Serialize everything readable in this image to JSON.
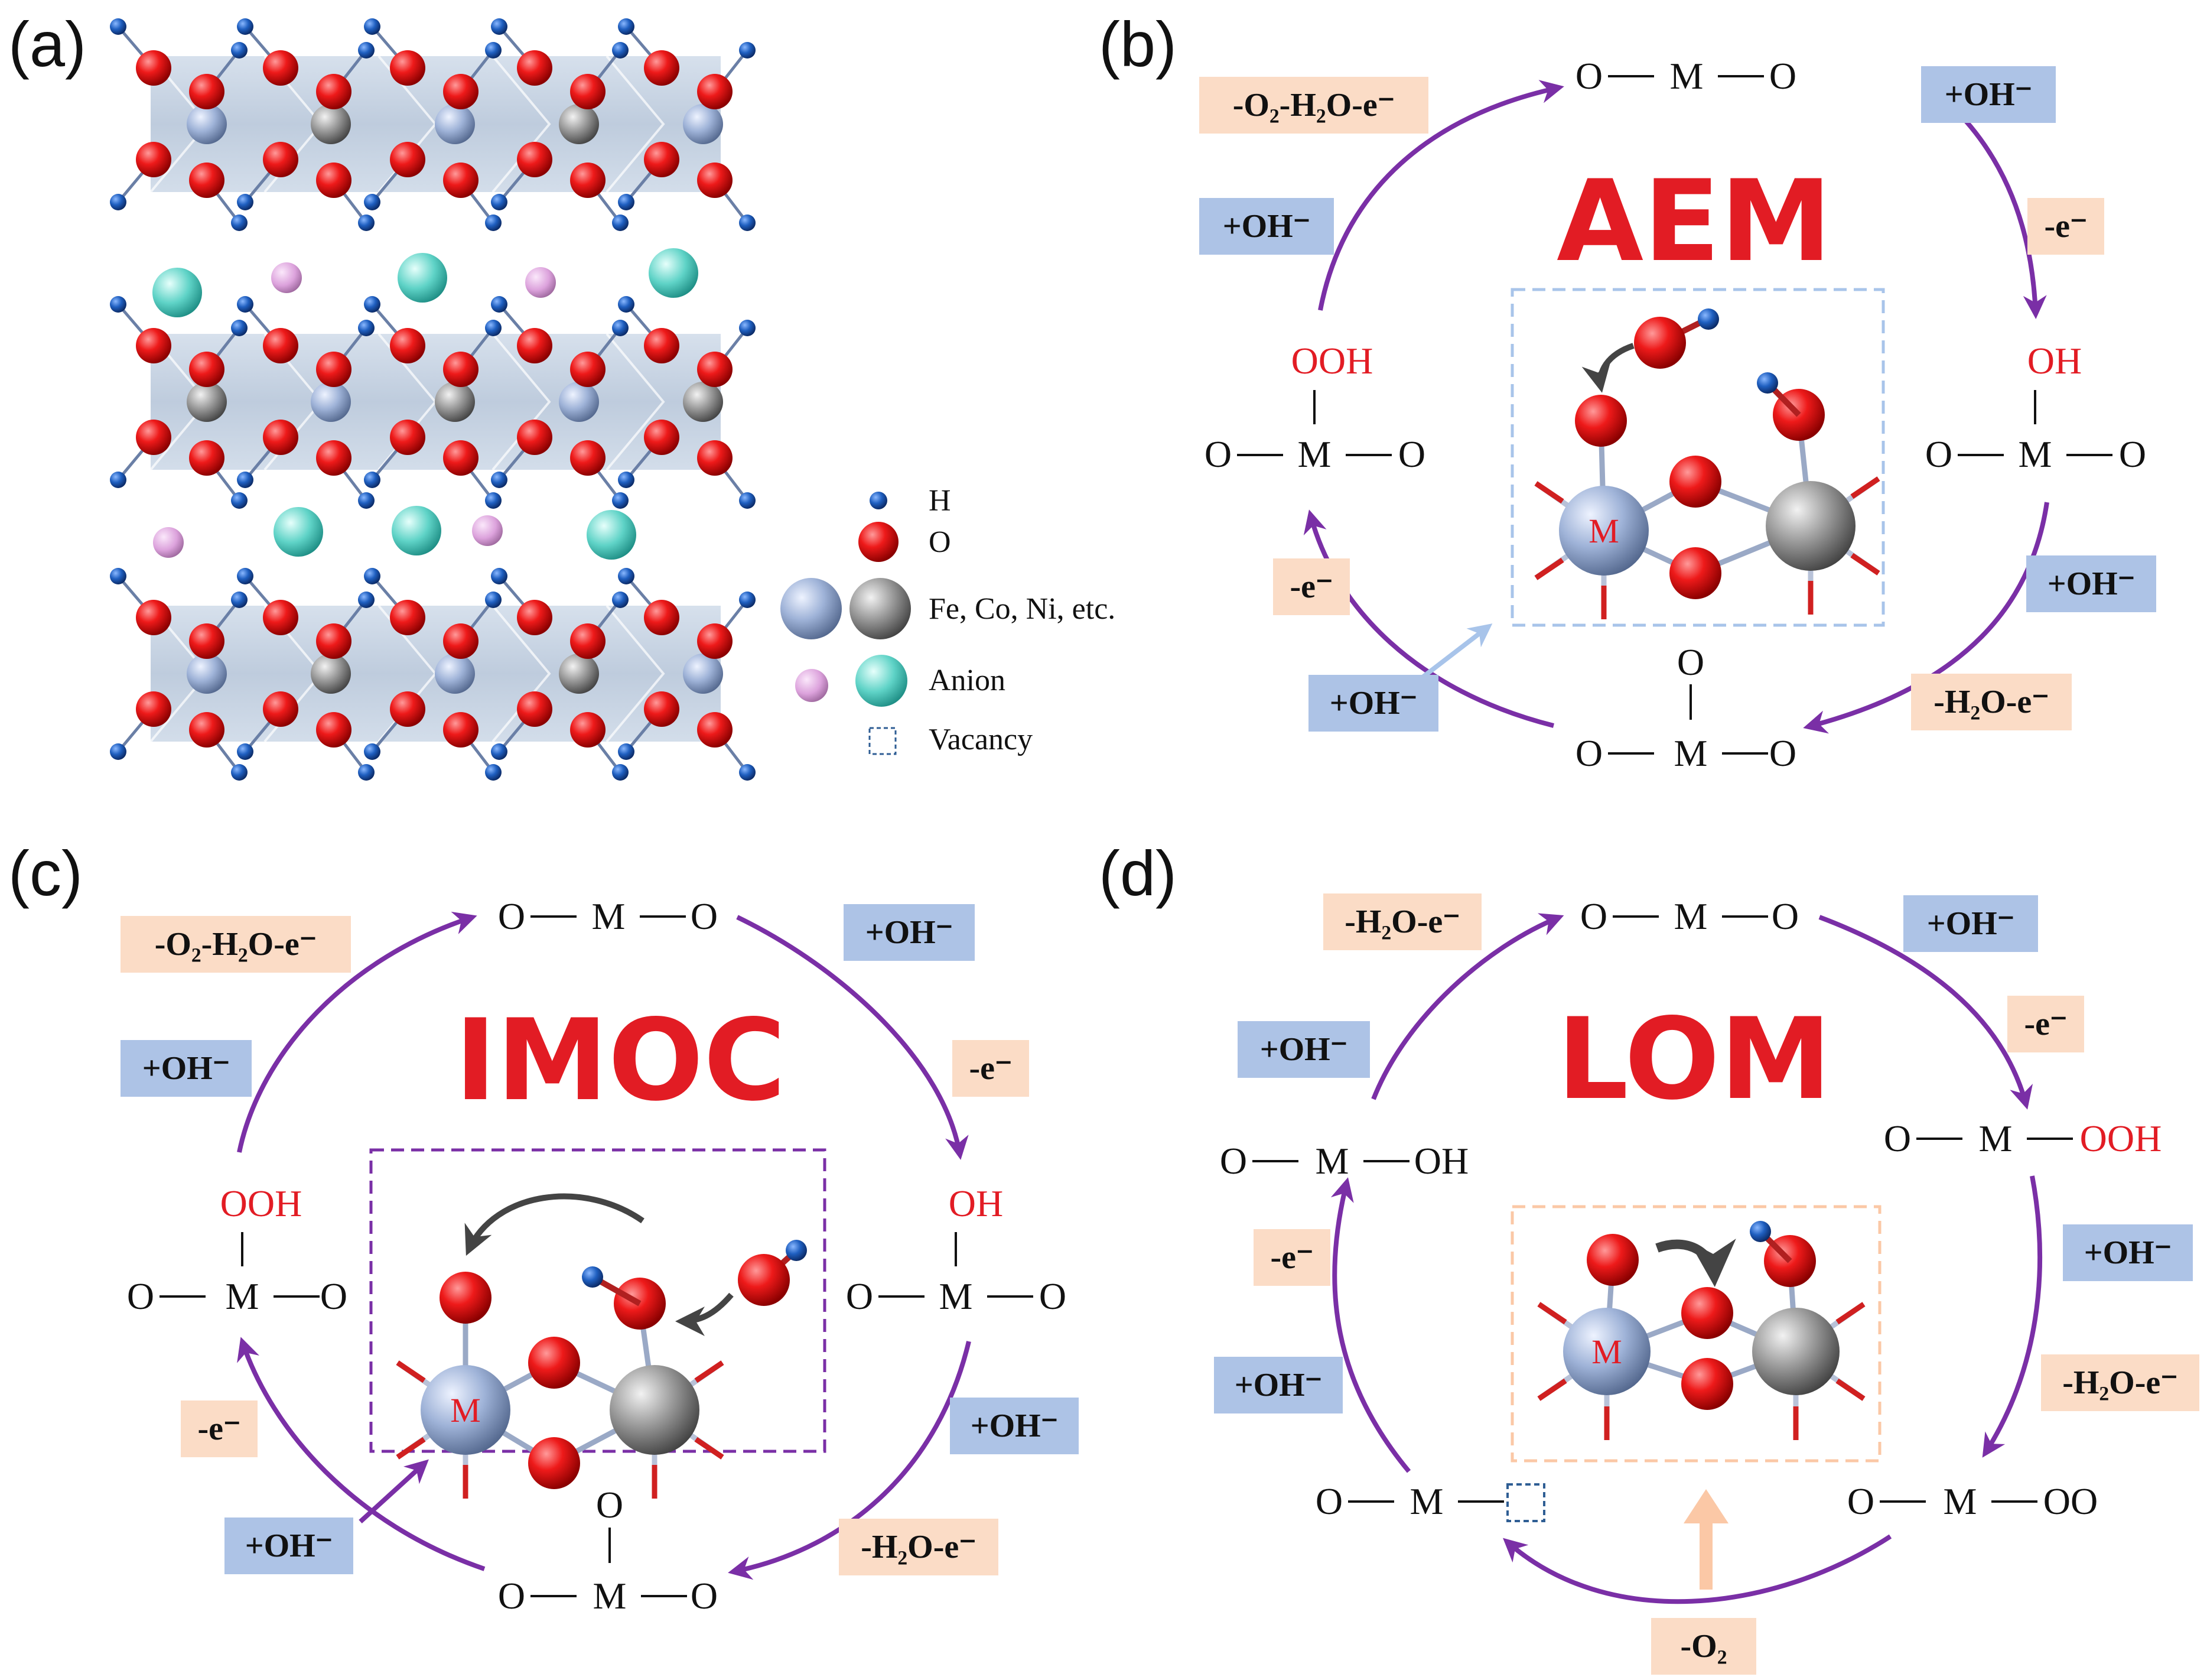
{
  "colors": {
    "arrow": "#7a2fa6",
    "plus_oh_box": "#adc3e6",
    "minus_e_box": "#fbdcc6",
    "red_text": "#e21c24",
    "mechanism_title": "#e21c24",
    "vacancy": "#2f5e94"
  },
  "panels": {
    "a": {
      "label": "(a)",
      "legend": {
        "h": "H",
        "o": "O",
        "metal": "Fe, Co, Ni, etc.",
        "anion": "Anion",
        "vacancy": "Vacancy"
      }
    },
    "b": {
      "label": "(b)",
      "title": "AEM",
      "metal_symbol": "M",
      "states": {
        "top": [
          "O",
          "M",
          "O"
        ],
        "right_top": "OH",
        "right": [
          "O",
          "M",
          "O"
        ],
        "bottom_top": "O",
        "bottom": [
          "O",
          "M",
          "O"
        ],
        "left_top": "OOH",
        "left": [
          "O",
          "M",
          "O"
        ]
      },
      "steps": {
        "s1": "+OH⁻",
        "s2": "-e⁻",
        "s3": "+OH⁻",
        "s4": "-H₂O-e⁻",
        "s5": "+OH⁻",
        "s6": "-e⁻",
        "s7": "+OH⁻",
        "s8": "-O₂-H₂O-e⁻"
      }
    },
    "c": {
      "label": "(c)",
      "title": "IMOC",
      "metal_symbol": "M",
      "states": {
        "top": [
          "O",
          "M",
          "O"
        ],
        "right_top": "OH",
        "right": [
          "O",
          "M",
          "O"
        ],
        "bottom_top": "O",
        "bottom": [
          "O",
          "M",
          "O"
        ],
        "left_top": "OOH",
        "left": [
          "O",
          "M",
          "O"
        ]
      },
      "steps": {
        "s1": "+OH⁻",
        "s2": "-e⁻",
        "s3": "+OH⁻",
        "s4": "-H₂O-e⁻",
        "s5": "+OH⁻",
        "s6": "-e⁻",
        "s7": "+OH⁻",
        "s8": "-O₂-H₂O-e⁻"
      }
    },
    "d": {
      "label": "(d)",
      "title": "LOM",
      "metal_symbol": "M",
      "states": {
        "top": [
          "O",
          "M",
          "O"
        ],
        "right": [
          "O",
          "M",
          "OOH"
        ],
        "bottom_right": [
          "O",
          "M",
          "OO"
        ],
        "bottom_left": [
          "O",
          "M"
        ],
        "left": [
          "O",
          "M",
          "OH"
        ]
      },
      "steps": {
        "s1": "+OH⁻",
        "s2": "-e⁻",
        "s3": "+OH⁻",
        "s4": "-H₂O-e⁻",
        "s5": "-O₂",
        "s6": "+OH⁻",
        "s7": "-e⁻",
        "s8": "+OH⁻",
        "s9": "-H₂O-e⁻"
      }
    }
  }
}
